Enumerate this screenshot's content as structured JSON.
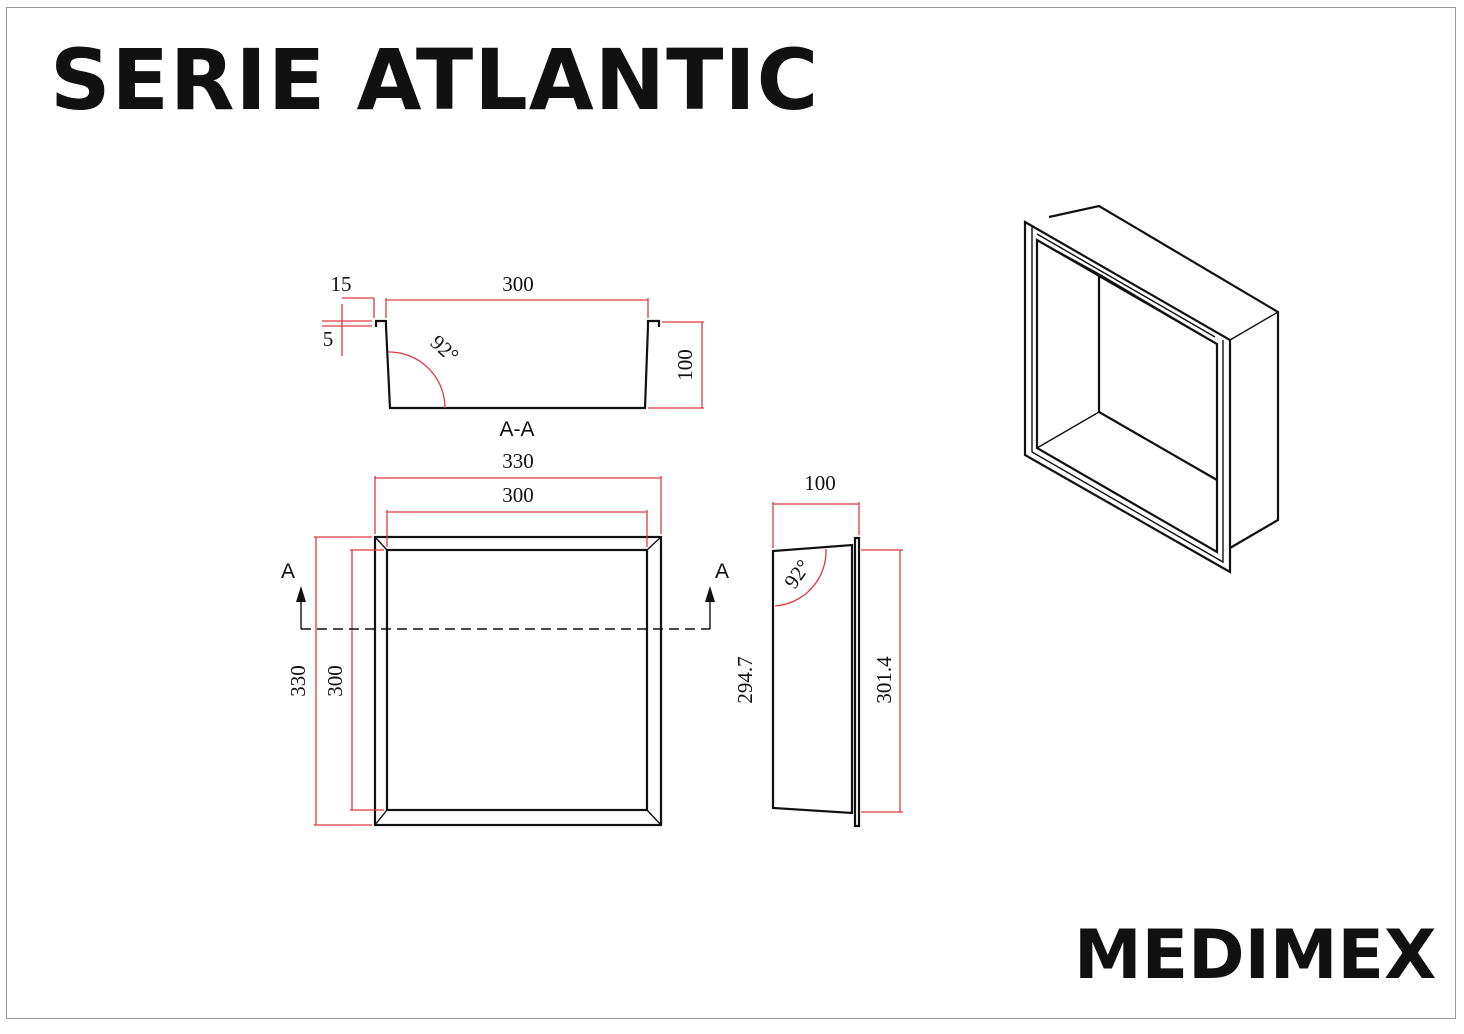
{
  "title": "SERIE ATLANTIC",
  "brand": "MEDIMEX",
  "section": {
    "label": "A-A",
    "dim_flange_width": "15",
    "dim_inner_width": "300",
    "dim_flange_depth": "5",
    "dim_depth": "100",
    "angle": "92°"
  },
  "front": {
    "dim_outer_width": "330",
    "dim_inner_width": "300",
    "dim_outer_height": "330",
    "dim_inner_height": "300",
    "cut_marker_left": "A",
    "cut_marker_right": "A"
  },
  "side": {
    "dim_depth": "100",
    "dim_back_height": "294.7",
    "dim_front_height": "301.4",
    "angle": "92°"
  },
  "colors": {
    "dimension_lines": "#e0393e",
    "outline": "#111111",
    "frame": "#9a9a9a"
  }
}
